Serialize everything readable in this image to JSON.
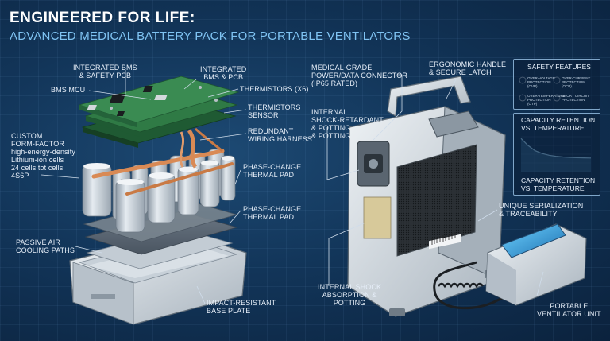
{
  "header": {
    "title": "ENGINEERED FOR LIFE:",
    "subtitle": "ADVANCED MEDICAL BATTERY PACK FOR PORTABLE VENTILATORS"
  },
  "callouts": {
    "integrated_bms_left": "INTEGRATED BMS\n& SAFETY PCB",
    "integrated_bms_right": "INTEGRATED\nBMS & PCB",
    "bms_mcu": "BMS MCU",
    "thermistors_x6": "THERMISTORS (x6)",
    "thermistors_sensor": "THERMISTORS\nSENSOR",
    "custom_form_factor": "CUSTOM\nFORM-FACTOR",
    "cell_details": "high-energy-density\nLithium-ion cells\n24 cells tot cells\n4S6P",
    "redundant_wiring": "REDUNDANT\nWIRING HARNESS",
    "phase_change_1": "PHASE-CHANGE\nTHERMAL PAD",
    "phase_change_2": "PHASE-CHANGE\nTHERMAL PAD",
    "passive_air": "PASSIVE AIR\nCOOLING PATHS",
    "impact_resistant": "IMPACT-RESISTANT\nBASE PLATE",
    "connector": "MEDICAL-GRADE\nPOWER/DATA CONNECTOR\n(IP65 RATED)",
    "internal_shock_top": "INTERNAL\nSHOCK-RETARDANT\n& POTTING\n& POTTING",
    "handle": "ERGONOMIC HANDLE\n& SECURE LATCH",
    "internal_shock_bottom": "INTERNAL SHOCK\nABSORPTION &\nPOTTING",
    "serialization": "UNIQUE SERIALIZATION\n& TRACEABILITY",
    "ventilator": "PORTABLE\nVENTILATOR UNIT"
  },
  "safety_panel": {
    "title": "SAFETY FEATURES",
    "items": [
      "OVER-VOLTAGE\nPROTECTION\n(OVP)",
      "OVER-CURRENT\nPROTECTION\n(OCP)",
      "OVER-TEMPERATURE\nPROTECTION\n(OTP)",
      "SHORT CIRCUIT\nPROTECTION"
    ]
  },
  "capacity_panel": {
    "title": "CAPACITY RETENTION\nVS. TEMPERATURE",
    "caption": "CAPACITY RETENTION\nVS. TEMPERATURE"
  },
  "chart_data": {
    "type": "line",
    "title": "CAPACITY RETENTION VS. TEMPERATURE",
    "xlabel": "",
    "ylabel": "",
    "x": [
      0,
      1,
      2,
      3,
      4,
      5,
      6,
      7,
      8,
      9,
      10
    ],
    "series": [
      {
        "values": [
          0.95,
          0.75,
          0.6,
          0.52,
          0.47,
          0.44,
          0.42,
          0.41,
          0.4,
          0.395,
          0.39
        ]
      }
    ],
    "ylim": [
      0,
      1
    ],
    "grid": true
  },
  "colors": {
    "accent": "#7fc3f2",
    "pcb": "#2f7a45",
    "cell": "#c9d3dc",
    "copper": "#d98a55",
    "background": "#123559"
  }
}
